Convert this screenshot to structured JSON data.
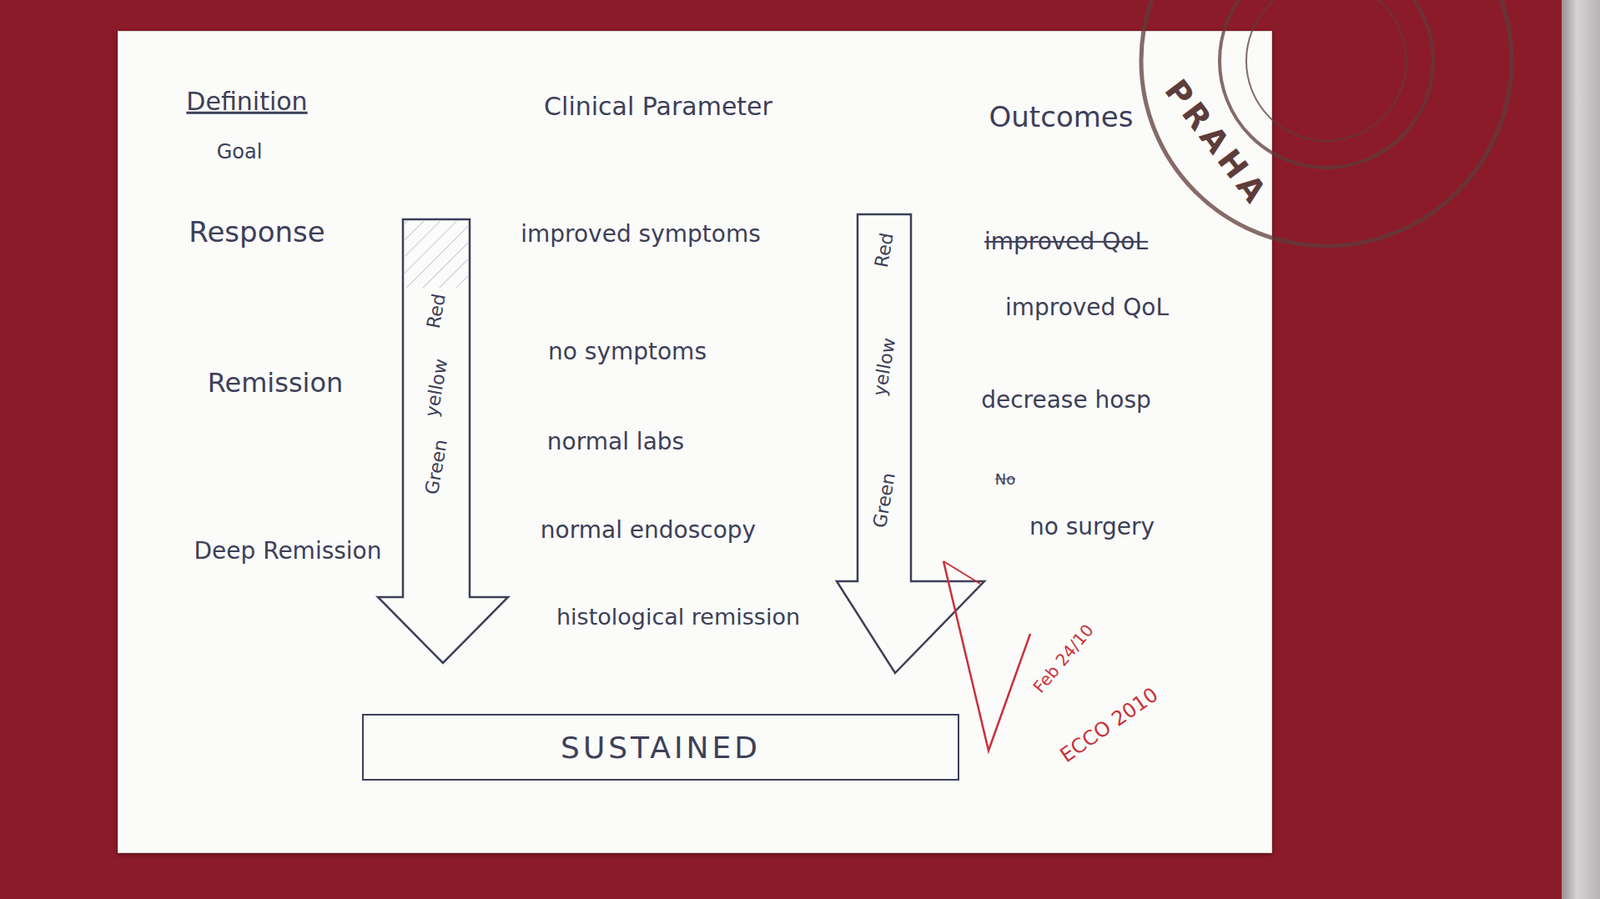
{
  "diagram": {
    "nodes": [
      {
        "text": [
          "SUSTAINED"
        ]
      }
    ],
    "labels": [
      "Definition",
      "Goal",
      "Clinical Parameter",
      "Outcomes",
      "Response",
      "Remission",
      "Deep Remission",
      "improved symptoms",
      "no symptoms",
      "normal labs",
      "normal endoscopy",
      "histological remission",
      "Red",
      "yellow",
      "Green",
      "Red",
      "yellow",
      "Green",
      "improved QoL",
      "improved QoL",
      "decrease hosp",
      "No",
      "no surgery",
      "Feb 24/10",
      "ECCO 2010",
      "PRAHA"
    ]
  }
}
